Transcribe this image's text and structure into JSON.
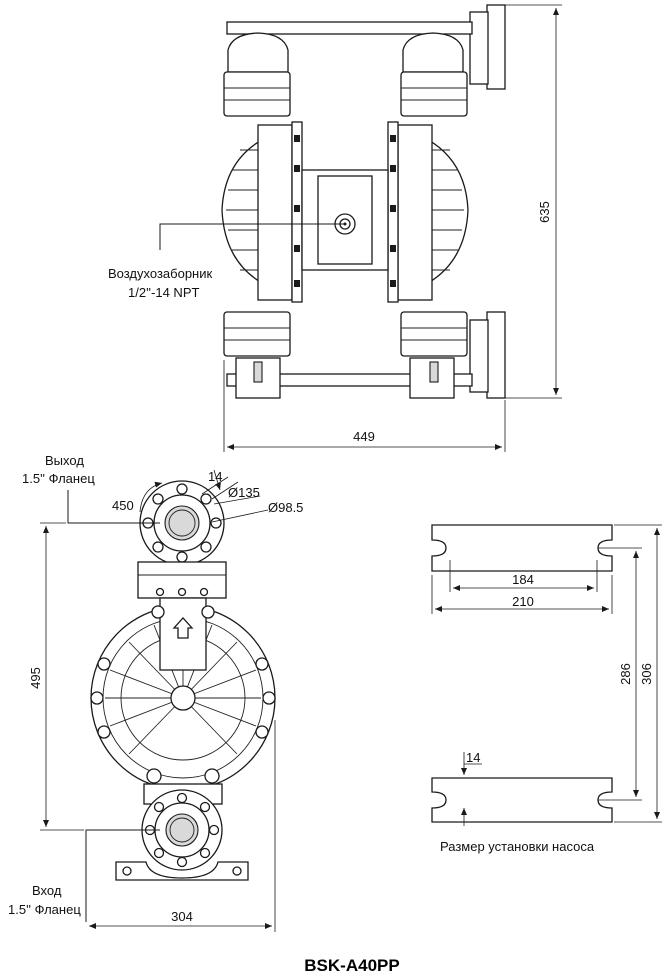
{
  "front_view": {
    "air_inlet_label": "Воздухозаборник",
    "air_inlet_size": "1/2''-14 NPT",
    "dim_height": "635",
    "dim_width": "449"
  },
  "side_view": {
    "outlet_label": "Выход",
    "outlet_flange": "1.5'' Фланец",
    "inlet_label": "Вход",
    "inlet_flange": "1.5'' Фланец",
    "dim_rotation": "450",
    "dim_hole": "14",
    "dim_d135": "Ø135",
    "dim_d98": "Ø98.5",
    "dim_height": "495",
    "dim_base": "304"
  },
  "mount_view": {
    "dim_inner_width": "184",
    "dim_outer_width": "210",
    "dim_inner_height": "286",
    "dim_outer_height": "306",
    "dim_slot": "14",
    "caption": "Размер установки насоса"
  },
  "model": "BSK-A40PP"
}
